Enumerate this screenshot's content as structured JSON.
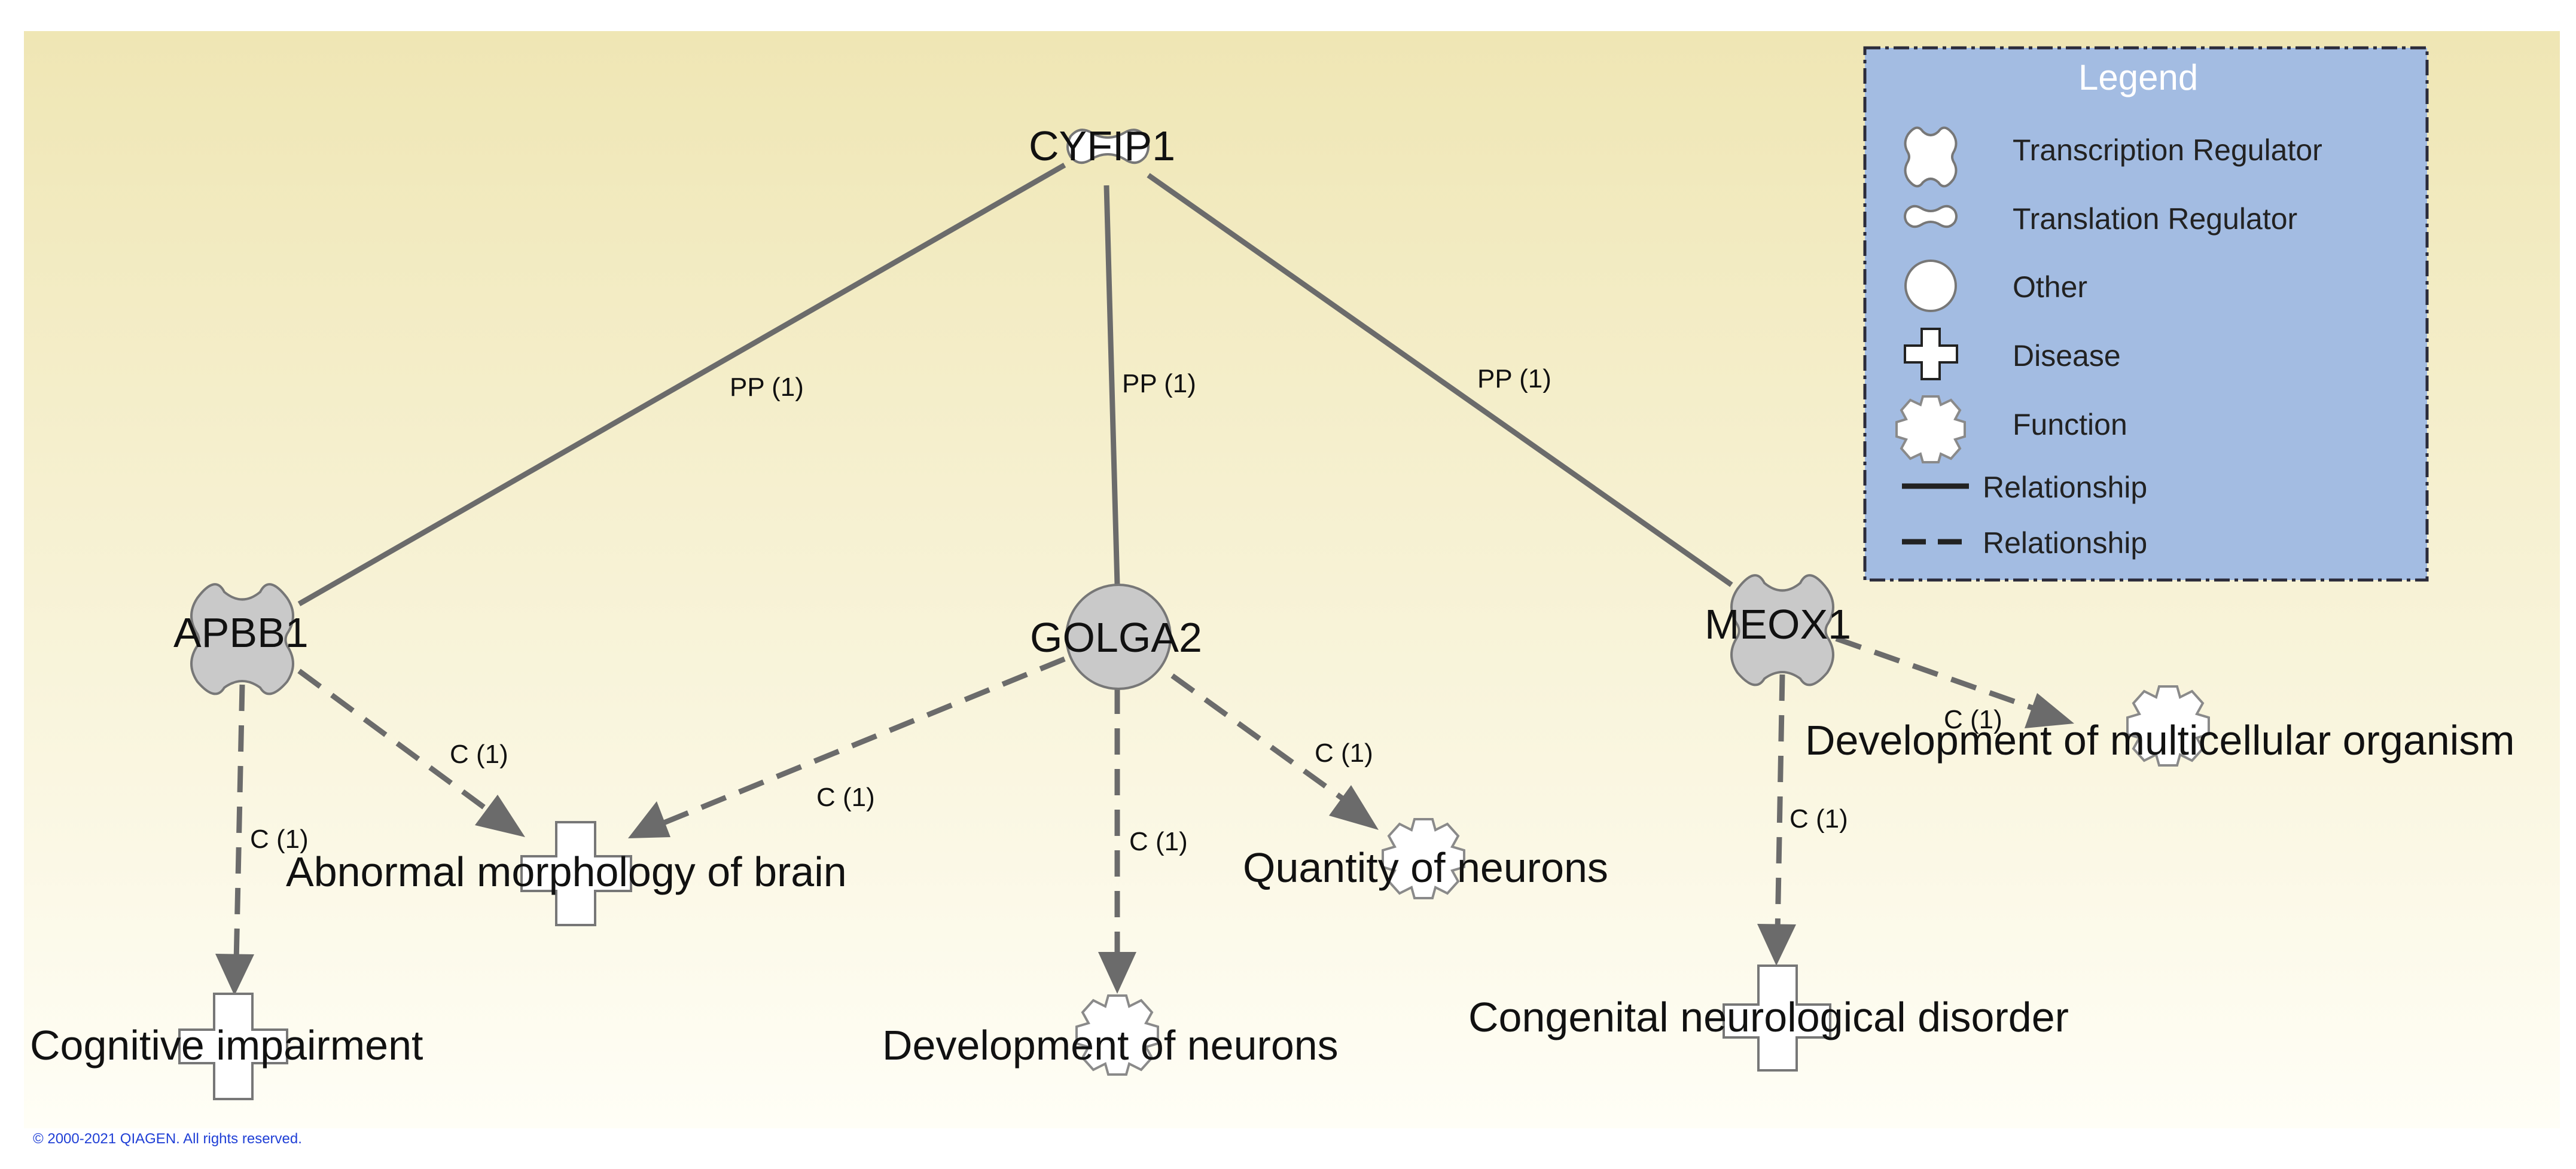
{
  "nodes": {
    "cyfip1": "CYFIP1",
    "apbb1": "APBB1",
    "golga2": "GOLGA2",
    "meox1": "MEOX1",
    "abnormal_brain": "Abnormal morphology of brain",
    "cognitive": "Cognitive impairment",
    "dev_neurons": "Development of neurons",
    "quantity_neurons": "Quantity of neurons",
    "congenital": "Congenital neurological disorder",
    "dev_multicellular": "Development of multicellular organism"
  },
  "edges": {
    "cyfip1_apbb1": "PP (1)",
    "cyfip1_golga2": "PP (1)",
    "cyfip1_meox1": "PP (1)",
    "apbb1_abnormal": "C (1)",
    "apbb1_cognitive": "C (1)",
    "golga2_abnormal": "C (1)",
    "golga2_dev_neurons": "C (1)",
    "golga2_quantity": "C (1)",
    "meox1_congenital": "C (1)",
    "meox1_multicellular": "C (1)"
  },
  "legend": {
    "title": "Legend",
    "items": [
      {
        "icon": "transcription-regulator-icon",
        "label": "Transcription Regulator"
      },
      {
        "icon": "translation-regulator-icon",
        "label": "Translation Regulator"
      },
      {
        "icon": "other-icon",
        "label": "Other"
      },
      {
        "icon": "disease-icon",
        "label": "Disease"
      },
      {
        "icon": "function-icon",
        "label": "Function"
      },
      {
        "icon": "solid-line-icon",
        "label": "Relationship"
      },
      {
        "icon": "dashed-line-icon",
        "label": "Relationship"
      }
    ]
  },
  "copyright": "© 2000-2021 QIAGEN. All rights reserved.",
  "colors": {
    "background_top": "#efe6b4",
    "background_bottom": "#fffef6",
    "legend_fill": "#a3bce2",
    "edge": "#6b6b6b",
    "gene_fill": "#c9c9c9"
  }
}
